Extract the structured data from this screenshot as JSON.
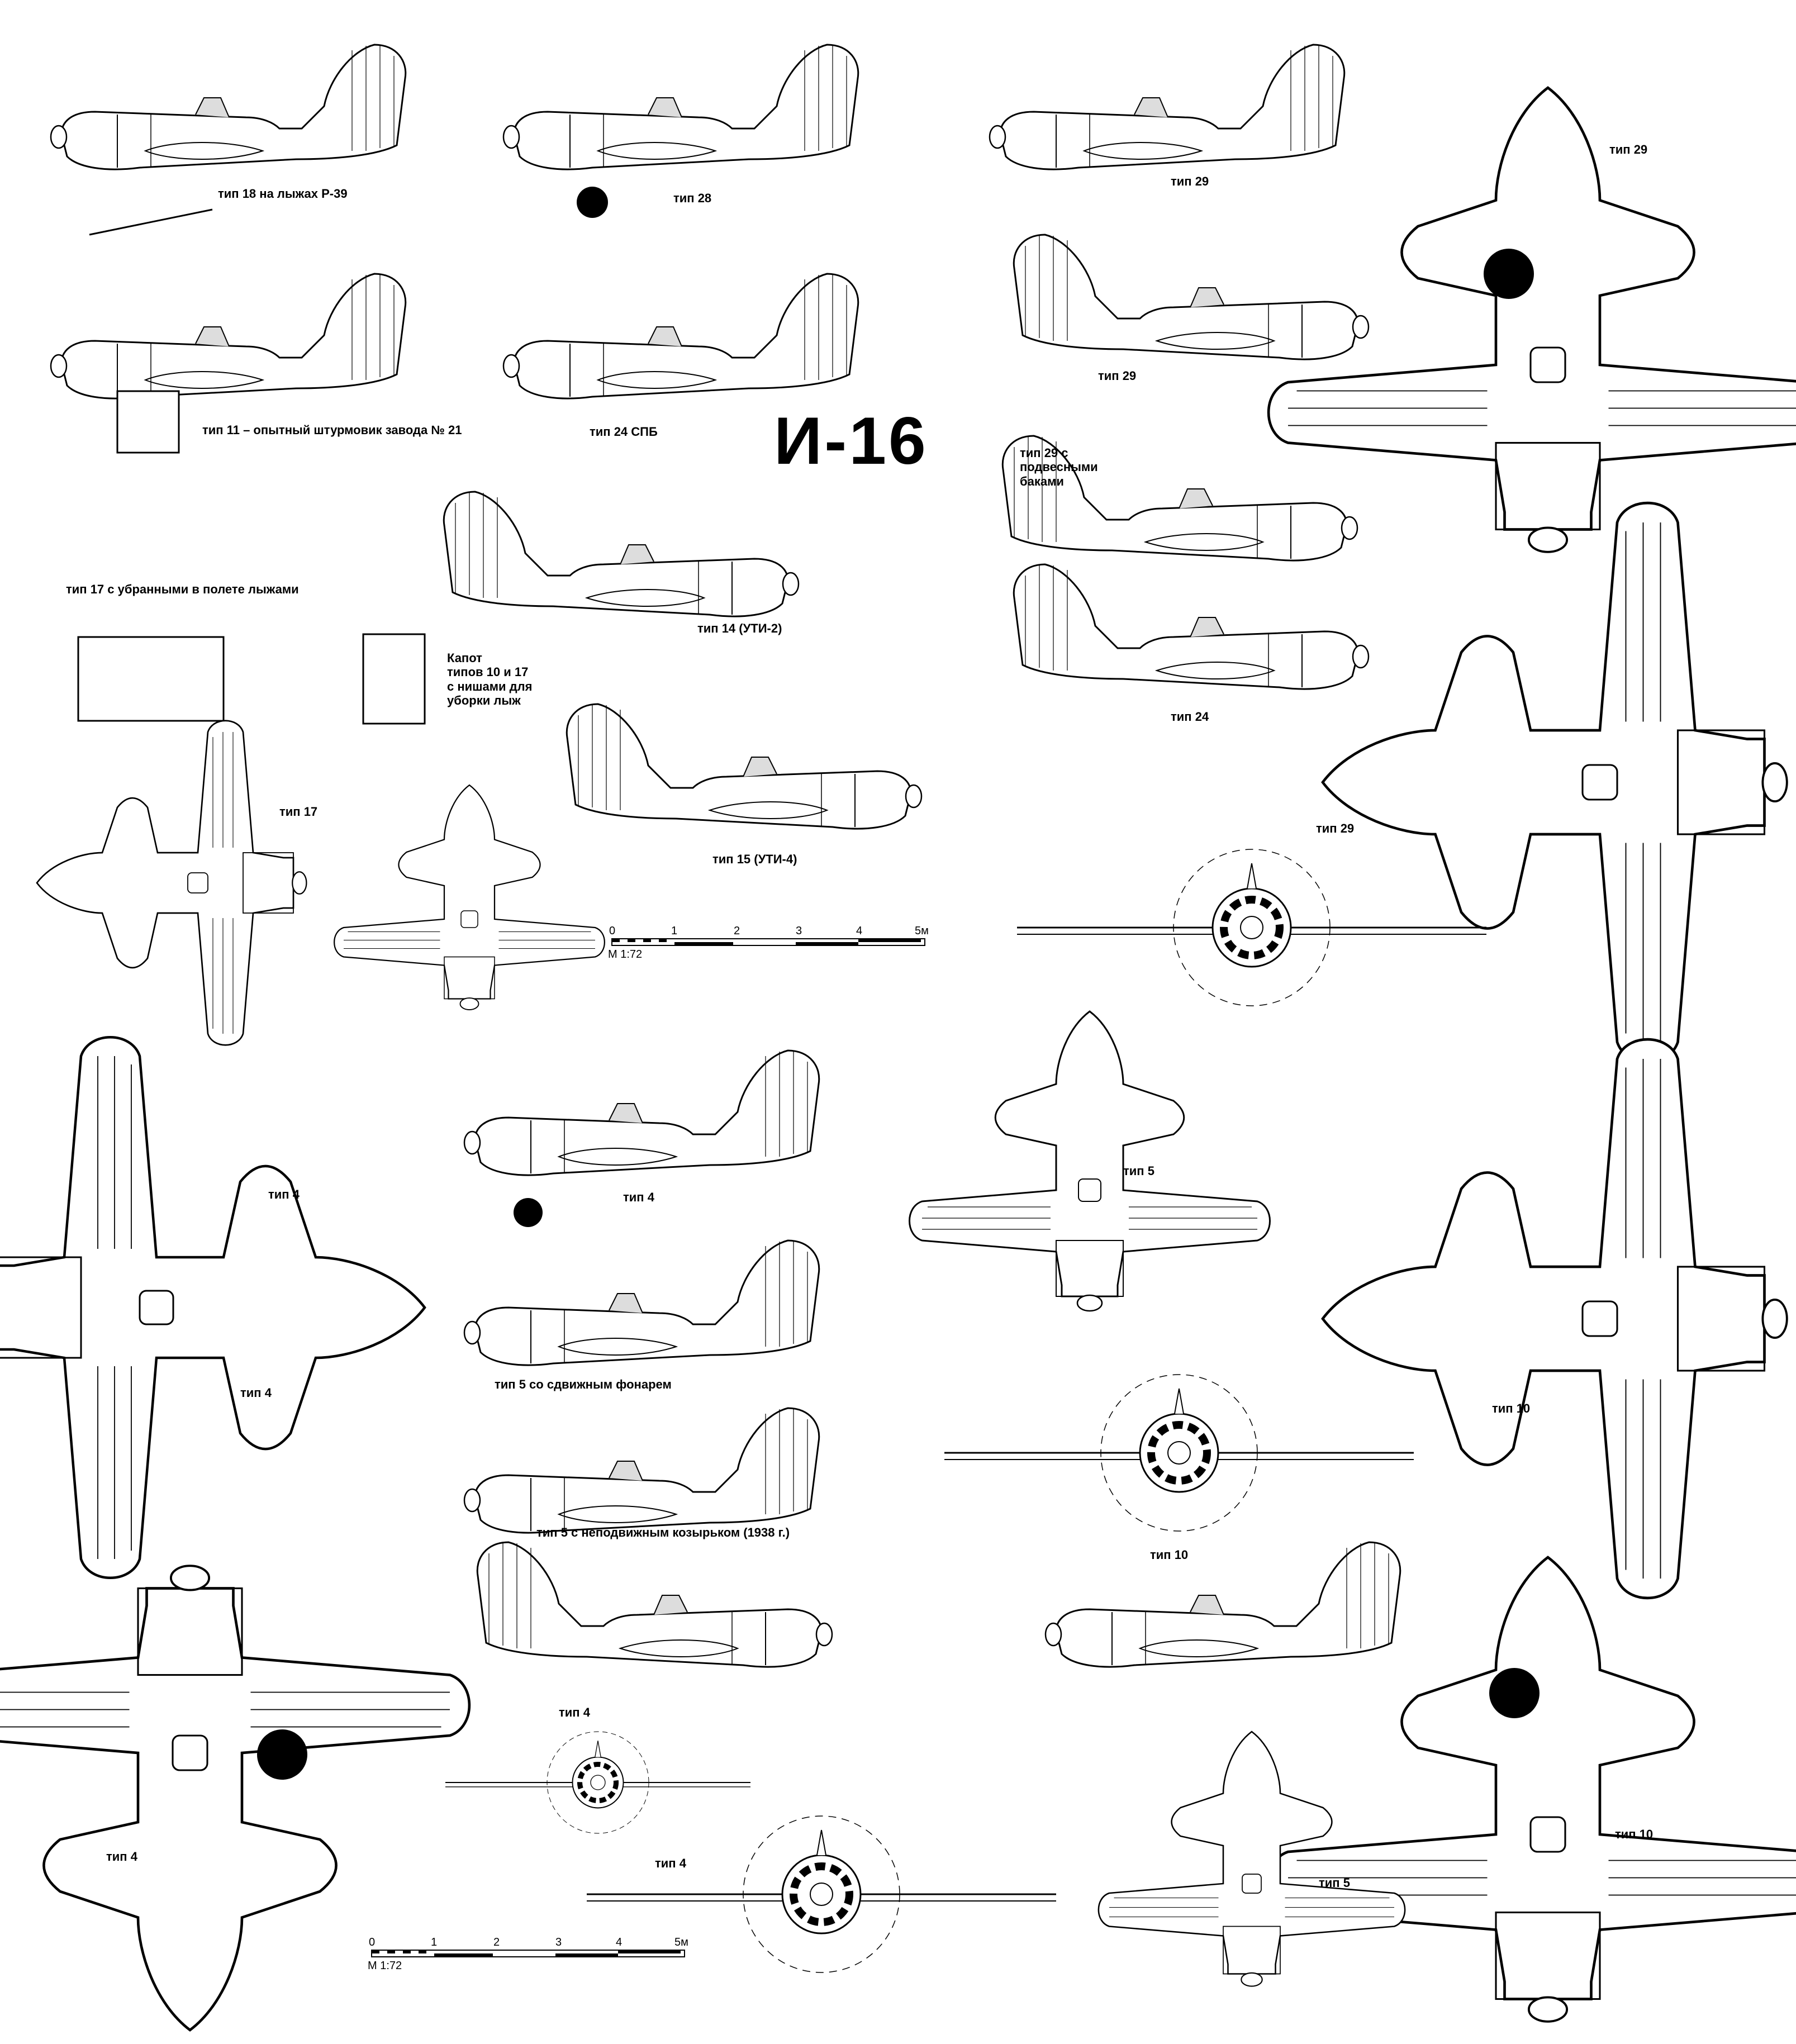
{
  "title": "И-16",
  "labels": {
    "t18_ski": "тип 18 на лыжах Р-39",
    "t28": "тип 28",
    "t29_a": "тип 29",
    "t29_b": "тип 29",
    "t29_top": "тип 29",
    "t11": "тип 11 – опытный штурмовик завода № 21",
    "t24_spb": "тип 24 СПБ",
    "t29_tanks": "тип 29 с\nподвесными\nбаками",
    "t14": "тип 14 (УТИ-2)",
    "t17_skis": "тип 17 с убранными в полете лыжами",
    "cowl_note": "Капот\nтипов 10 и 17\nс нишами для\nуборки лыж",
    "t24": "тип 24",
    "t17": "тип 17",
    "t15": "тип 15 (УТИ-4)",
    "t29_front": "тип 29",
    "t4_nose": "тип 4",
    "t4_side1": "тип 4",
    "t4_top1": "тип 4",
    "t5_sliding": "тип 5 со сдвижным фонарем",
    "t5_fixed": "тип 5 с неподвижным козырьком (1938 г.)",
    "t4_side2": "тип 4",
    "t4_bottom": "тип 4",
    "t4_front": "тип 4",
    "t5_top": "тип 5",
    "t10_top": "тип 10",
    "t10_front": "тип 10",
    "t5_bottom": "тип 5",
    "t10_bottom": "тип 10"
  },
  "scales": [
    {
      "ticks": [
        "0",
        "1",
        "2",
        "3",
        "4",
        "5м"
      ],
      "ratio": "М 1:72"
    },
    {
      "ticks": [
        "0",
        "1",
        "2",
        "3",
        "4",
        "5м"
      ],
      "ratio": "М 1:72"
    }
  ]
}
